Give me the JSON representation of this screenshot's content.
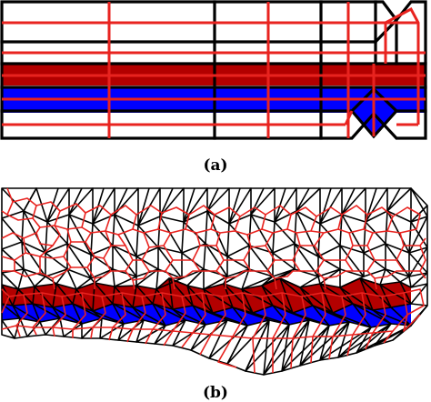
{
  "panels": [
    {
      "label": "(a)",
      "kind": "structured-mesh"
    },
    {
      "label": "(b)",
      "kind": "unstructured-mesh"
    }
  ],
  "colors": {
    "primal_mesh": "#000000",
    "dual_mesh": "#e8231f",
    "layer_dark_red": "#b30000",
    "layer_blue": "#0000ff",
    "background": "#ffffff"
  }
}
